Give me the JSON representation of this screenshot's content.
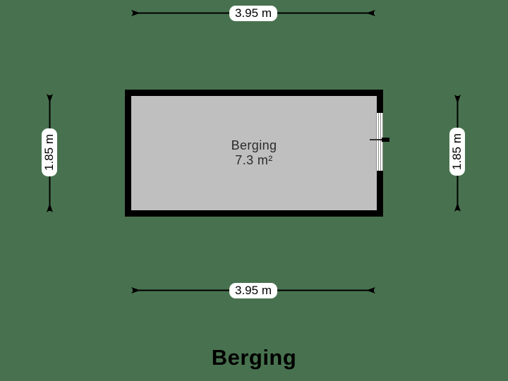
{
  "plan_title": "Berging",
  "room": {
    "name": "Berging",
    "area": "7.3 m²"
  },
  "dimensions": {
    "top": "3.95 m",
    "bottom": "3.95 m",
    "left": "1.85 m",
    "right": "1.85 m"
  },
  "colors": {
    "background": "#48724F",
    "room_fill": "#BFBFBF",
    "wall": "#000000",
    "dimension_label_bg": "#FFFFFF",
    "text": "#000000"
  }
}
